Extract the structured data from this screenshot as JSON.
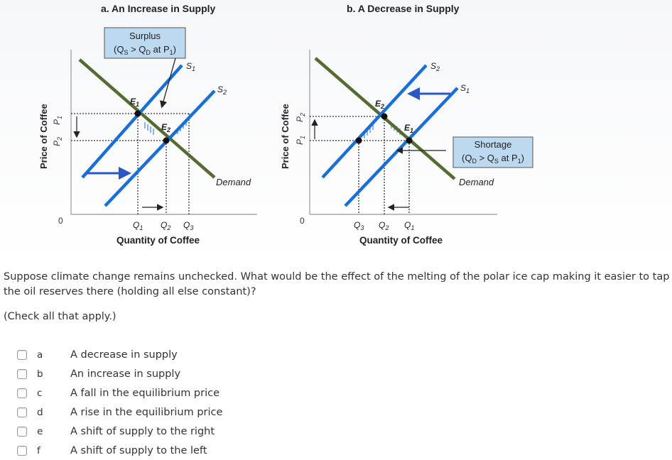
{
  "panel_a": {
    "title": "a. An Increase in Supply",
    "callout_line1": "Surplus",
    "callout_line2": "(Q",
    "callout_sub1": "S",
    "callout_mid": " > Q",
    "callout_sub2": "D",
    "callout_end": " at P",
    "callout_sub3": "1",
    "callout_close": ")",
    "y_axis_label": "Price of Coffee",
    "x_axis_label": "Quantity of Coffee",
    "origin": "0",
    "p1": "P",
    "p1_sub": "1",
    "p2": "P",
    "p2_sub": "2",
    "q1": "Q",
    "q1_sub": "1",
    "q2": "Q",
    "q2_sub": "2",
    "q3": "Q",
    "q3_sub": "3",
    "s1": "S",
    "s1_sub": "1",
    "s2": "S",
    "s2_sub": "2",
    "e1": "E",
    "e1_sub": "1",
    "e2": "E",
    "e2_sub": "2",
    "demand": "Demand"
  },
  "panel_b": {
    "title": "b. A Decrease in Supply",
    "callout_line1": "Shortage",
    "callout_line2": "(Q",
    "callout_sub1": "D",
    "callout_mid": " > Q",
    "callout_sub2": "S",
    "callout_end": " at P",
    "callout_sub3": "1",
    "callout_close": ")",
    "y_axis_label": "Price of Coffee",
    "x_axis_label": "Quantity of Coffee",
    "origin": "0",
    "p1": "P",
    "p1_sub": "1",
    "p2": "P",
    "p2_sub": "2",
    "q1": "Q",
    "q1_sub": "1",
    "q2": "Q",
    "q2_sub": "2",
    "q3": "Q",
    "q3_sub": "3",
    "s1": "S",
    "s1_sub": "1",
    "s2": "S",
    "s2_sub": "2",
    "e1": "E",
    "e1_sub": "1",
    "e2": "E",
    "e2_sub": "2",
    "demand": "Demand"
  },
  "colors": {
    "supply": "#1a6fd6",
    "demand": "#556b2f",
    "arrow": "#2a56c6"
  },
  "question": {
    "text": "Suppose climate change remains unchecked. What would be the effect of the melting of the polar ice cap making it easier to tap the oil reserves there (holding all else constant)?",
    "hint": "(Check all that apply.)"
  },
  "options": [
    {
      "letter": "a",
      "text": "A decrease in supply"
    },
    {
      "letter": "b",
      "text": "An increase in supply"
    },
    {
      "letter": "c",
      "text": "A fall in the equilibrium price"
    },
    {
      "letter": "d",
      "text": "A rise in the equilibrium price"
    },
    {
      "letter": "e",
      "text": "A shift of supply to the right"
    },
    {
      "letter": "f",
      "text": "A shift of supply to the left"
    }
  ]
}
